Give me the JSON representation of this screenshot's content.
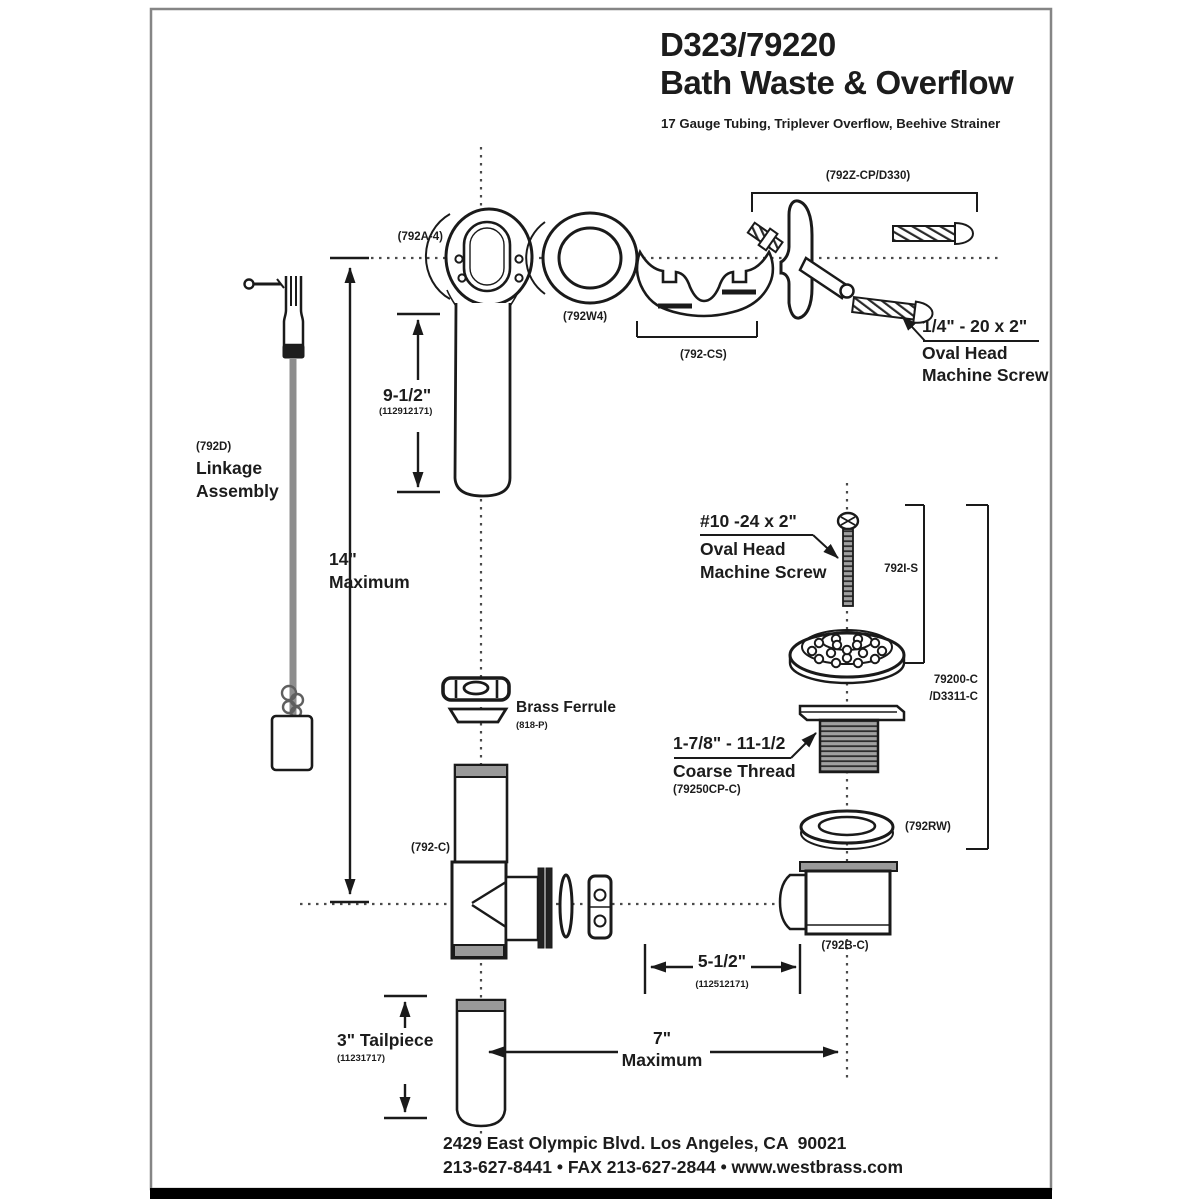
{
  "header": {
    "model": "D323/79220",
    "product": "Bath Waste & Overflow",
    "subtitle": "17 Gauge Tubing, Triplever Overflow, Beehive Strainer"
  },
  "parts": {
    "overflow_elbow": "(792A-4)",
    "overflow_washer": "(792W4)",
    "overflow_clamp": "(792-CS)",
    "trip_lever_faceplate": "(792Z-CP/D330)",
    "linkage_code": "(792D)",
    "linkage_line1": "Linkage",
    "linkage_line2": "Assembly",
    "strainer_screw_code": "792I-S",
    "strainer_kit_line1": "79200-C",
    "strainer_kit_line2": "/D3311-C",
    "ferrule_label": "Brass Ferrule",
    "ferrule_code": "(818-P)",
    "thread_line1": "1-7/8\" - 11-1/2",
    "thread_line2": "Coarse Thread",
    "thread_code": "(79250CP-C)",
    "rubber_washer": "(792RW)",
    "drain_shoe": "(792B-C)",
    "tee": "(792-C)"
  },
  "screws": {
    "quarter_line1": "1/4\" - 20 x 2\"",
    "quarter_line2": "Oval Head",
    "quarter_line3": "Machine Screw",
    "ten_line1": "#10 -24 x 2\"",
    "ten_line2": "Oval Head",
    "ten_line3": "Machine Screw"
  },
  "dimensions": {
    "d14_line1": "14\"",
    "d14_line2": "Maximum",
    "d95_value": "9-1/2\"",
    "d95_code": "(112912171)",
    "d55_value": "5-1/2\"",
    "d55_code": "(112512171)",
    "d7_line1": "7\"",
    "d7_line2": "Maximum",
    "tailpiece_label": "3\" Tailpiece",
    "tailpiece_code": "(11231717)"
  },
  "footer": {
    "address": "2429 East Olympic Blvd. Los Angeles, CA  90021",
    "contact": "213-627-8441 • FAX 213-627-2844 • www.westbrass.com"
  }
}
